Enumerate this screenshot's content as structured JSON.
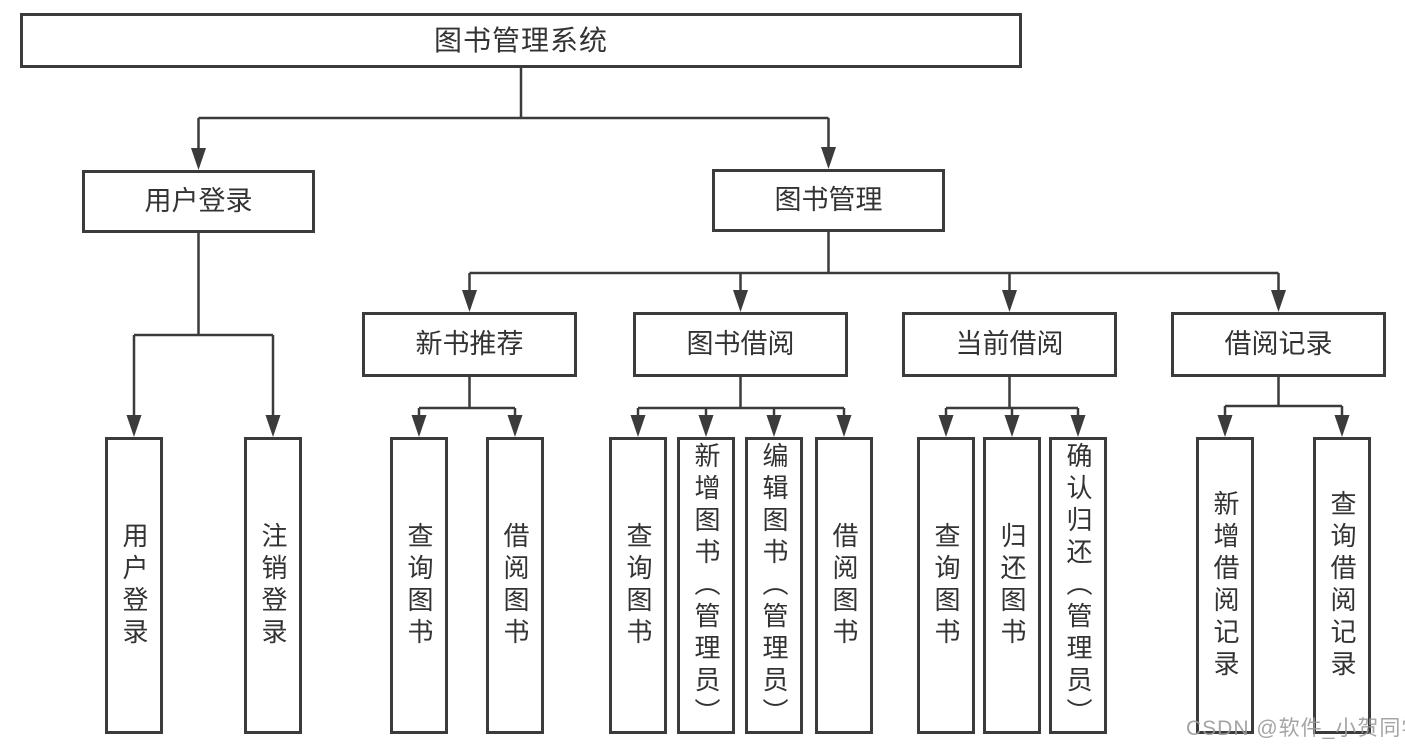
{
  "diagram_title": "图书管理系统",
  "tree": {
    "root": {
      "label": "图书管理系统",
      "children": [
        {
          "label": "用户登录",
          "children": [
            {
              "label": "用户登录"
            },
            {
              "label": "注销登录"
            }
          ]
        },
        {
          "label": "图书管理",
          "children": [
            {
              "label": "新书推荐",
              "children": [
                {
                  "label": "查询图书"
                },
                {
                  "label": "借阅图书"
                }
              ]
            },
            {
              "label": "图书借阅",
              "children": [
                {
                  "label": "查询图书"
                },
                {
                  "label": "新增图书（管理员）"
                },
                {
                  "label": "编辑图书（管理员）"
                },
                {
                  "label": "借阅图书"
                }
              ]
            },
            {
              "label": "当前借阅",
              "children": [
                {
                  "label": "查询图书"
                },
                {
                  "label": "归还图书"
                },
                {
                  "label": "确认归还（管理员）"
                }
              ]
            },
            {
              "label": "借阅记录",
              "children": [
                {
                  "label": "新增借阅记录"
                },
                {
                  "label": "查询借阅记录"
                }
              ]
            }
          ]
        }
      ]
    }
  },
  "watermark": "CSDN @软件_小贺同学",
  "colors": {
    "line": "#3b3b3b",
    "box_border": "#3b3b3b",
    "text": "#333333",
    "watermark": "#9b9b9b",
    "background": "#ffffff"
  }
}
